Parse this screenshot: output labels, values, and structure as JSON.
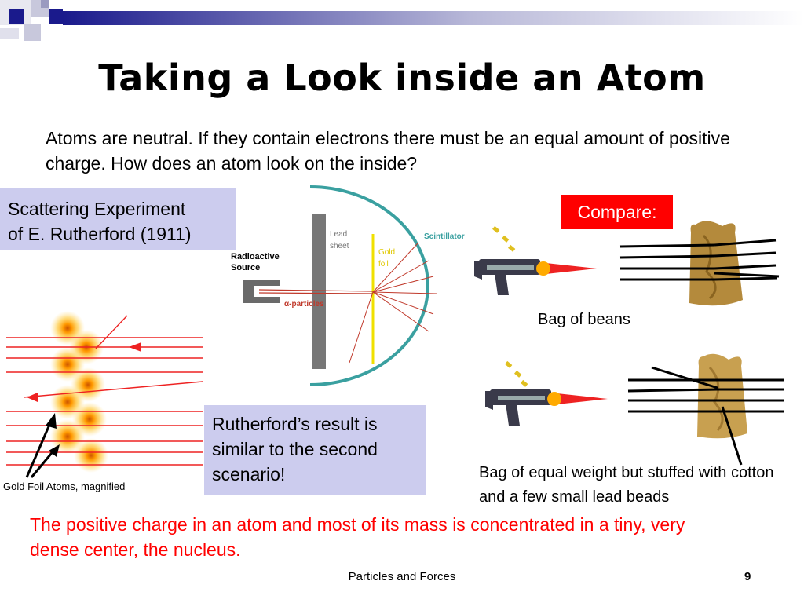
{
  "slide": {
    "title": "Taking a Look inside an Atom",
    "intro": "Atoms are neutral. If they contain electrons there must be an equal amount of positive charge. How does an atom look on the inside?",
    "experiment_label_line1": "Scattering Experiment",
    "experiment_label_line2": "of E. Rutherford (1911)",
    "result_line1": "Rutherford’s result is",
    "result_line2": "similar to the second",
    "result_line3": "scenario!",
    "compare_label": "Compare:",
    "beans_caption": "Bag of beans",
    "cotton_caption": "Bag of equal weight but stuffed with cotton and a few small lead beads",
    "conclusion": "The positive charge in an atom and most of its mass is concentrated in a tiny, very dense center, the nucleus.",
    "footer": "Particles and Forces",
    "page_number": "9"
  },
  "diagram": {
    "radioactive_line1": "Radioactive",
    "radioactive_line2": "Source",
    "lead_line1": "Lead",
    "lead_line2": "sheet",
    "gold_line1": "Gold",
    "gold_line2": "foil",
    "scintillator": "Scintillator",
    "alpha": "α-particles",
    "gold_atoms_caption": "Gold Foil Atoms, magnified"
  },
  "colors": {
    "accent_navy": "#1a1a8c",
    "label_box": "#ccccee",
    "compare_red": "#ff0000",
    "conclusion_red": "#ff0000"
  }
}
